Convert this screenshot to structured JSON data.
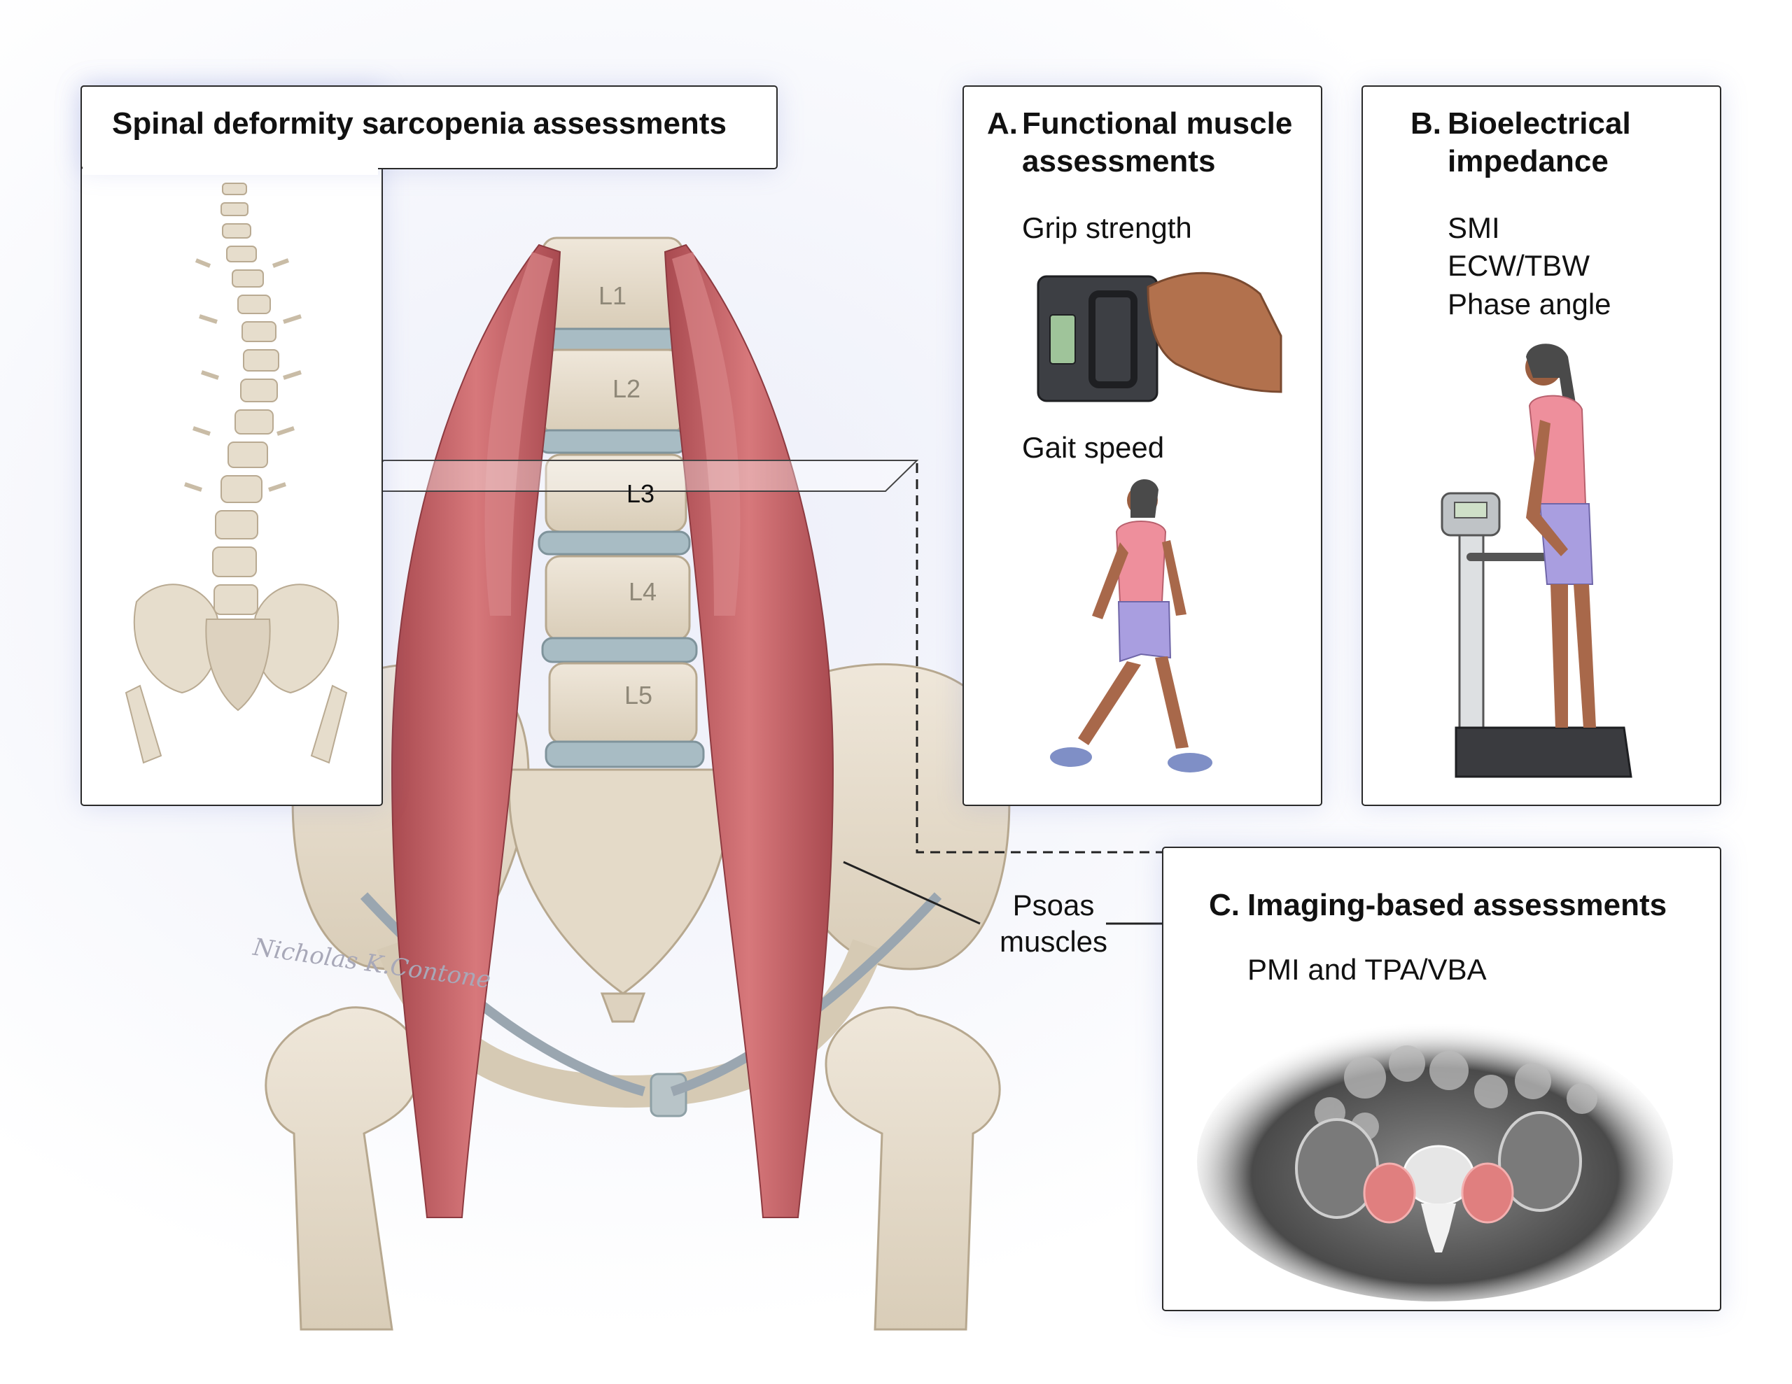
{
  "main_title": "Spinal deformity sarcopenia assessments",
  "vertebra_levels": [
    "L1",
    "L2",
    "L3",
    "L4",
    "L5"
  ],
  "psoas_label_line1": "Psoas",
  "psoas_label_line2": "muscles",
  "panel_a": {
    "letter": "A.",
    "title_line1": "Functional muscle",
    "title_line2": "assessments",
    "item1": "Grip strength",
    "item2": "Gait speed"
  },
  "panel_b": {
    "letter": "B.",
    "title_line1": "Bioelectrical",
    "title_line2": "impedance",
    "items": [
      "SMI",
      "ECW/TBW",
      "Phase angle"
    ]
  },
  "panel_c": {
    "letter": "C.",
    "title": "Imaging-based assessments",
    "subtitle": "PMI and TPA/VBA"
  },
  "signature": "Nicholas K.Contone",
  "colors": {
    "muscle": "#c9666a",
    "bone": "#e8dfd0",
    "disc": "#9fb3bd",
    "shirt": "#ee8f9c",
    "shorts": "#a99ee0",
    "skin": "#a8684a",
    "psoas_highlight": "#e07f7f"
  }
}
